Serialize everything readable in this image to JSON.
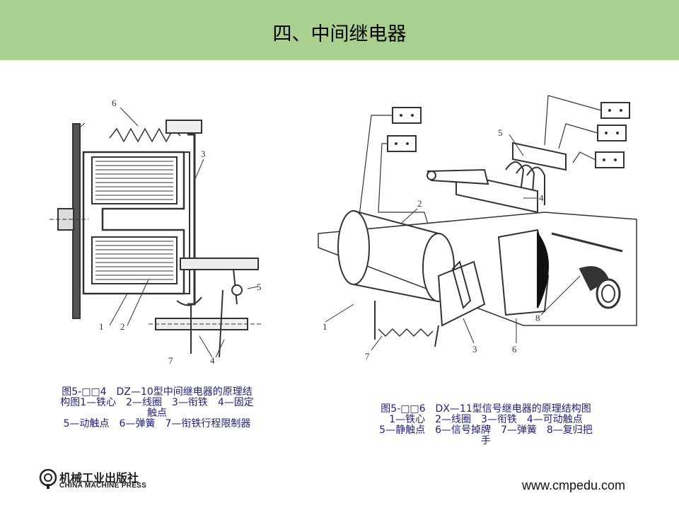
{
  "slide": {
    "title": "四、中间继电器",
    "header_color": "#a9d08e"
  },
  "figure_left": {
    "labels": [
      "1",
      "2",
      "3",
      "4",
      "5",
      "6",
      "7"
    ],
    "caption": {
      "line1": "图5-□□4　DZ—10型中间继电器的原理结",
      "line2": "构图1—铁心　2—线圈　3—衔铁　4—固定",
      "line3": "触点",
      "line4": "5—动触点　6—弹簧　7—衔铁行程限制器"
    }
  },
  "figure_right": {
    "labels": [
      "1",
      "2",
      "3",
      "4",
      "5",
      "6",
      "7",
      "8"
    ],
    "caption": {
      "line1": "图5-□□6　DX—11型信号继电器的原理结构图",
      "line2": "1—铁心　2—线圈　3—衔铁　4—可动触点",
      "line3": "5—静触点　6—信号掉牌　7—弹簧　8—复归把",
      "line4": "手"
    }
  },
  "footer": {
    "publisher_cn": "机械工业出版社",
    "publisher_en": "CHINA MACHINE PRESS",
    "website": "www.cmpedu.com"
  }
}
